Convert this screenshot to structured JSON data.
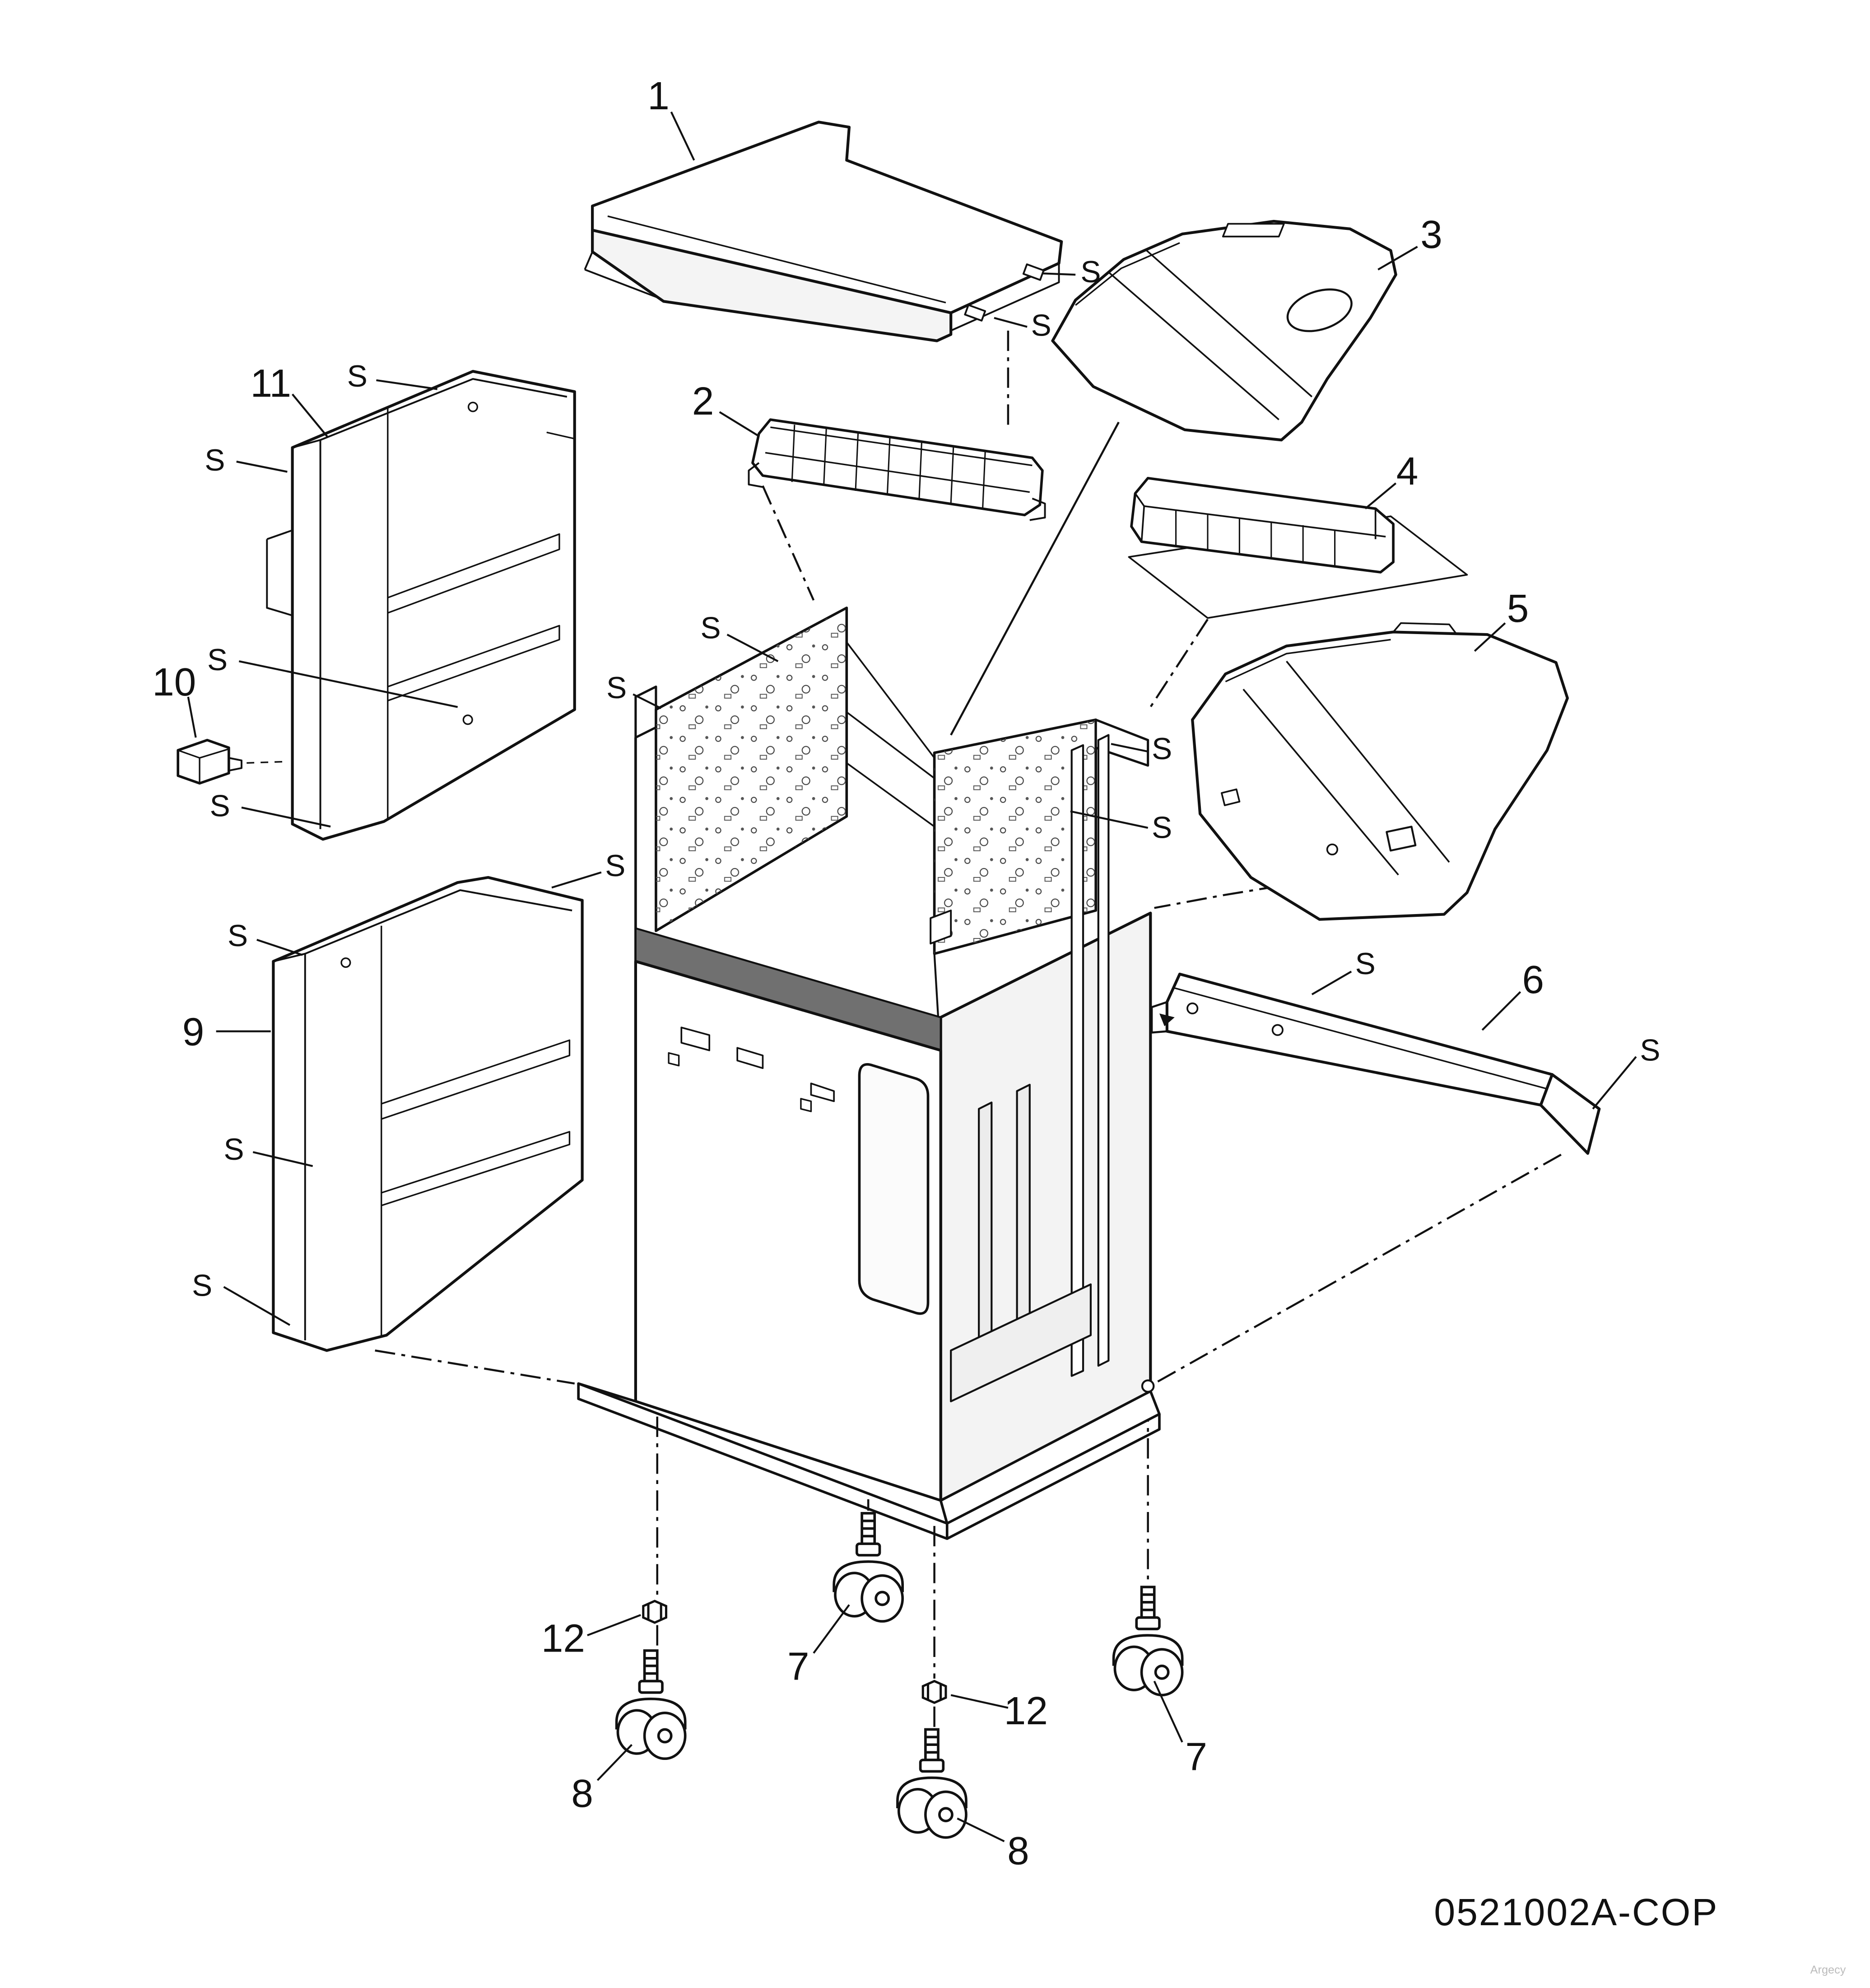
{
  "diagram": {
    "code": "0521002A-COP",
    "watermark": "Argecy",
    "screw": "S",
    "callouts": {
      "c1": "1",
      "c2": "2",
      "c3": "3",
      "c4": "4",
      "c5": "5",
      "c6": "6",
      "c7a": "7",
      "c7b": "7",
      "c8a": "8",
      "c8b": "8",
      "c9": "9",
      "c10": "10",
      "c11": "11",
      "c12a": "12",
      "c12b": "12"
    }
  }
}
